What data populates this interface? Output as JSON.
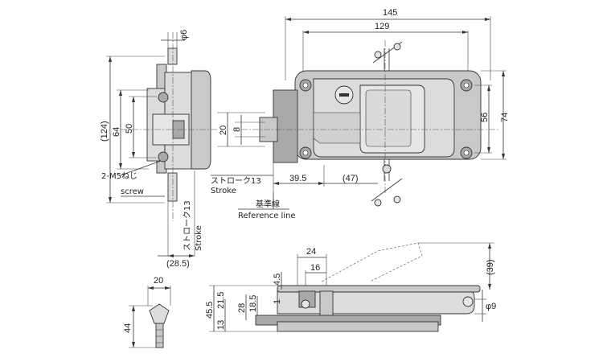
{
  "front": {
    "w145": "145",
    "w129": "129",
    "h74": "74",
    "h56": "56",
    "h20": "20",
    "h8": "8",
    "d39_5": "39.5",
    "d47": "(47)",
    "stroke_jp": "ストローク13",
    "stroke_en": "Stroke",
    "ref_jp": "基準線",
    "ref_en": "Reference line"
  },
  "side": {
    "phi6": "φ6",
    "h124": "(124)",
    "h64": "64",
    "h50": "50",
    "screw_jp": "2-M5ねじ",
    "screw_en": "screw",
    "stroke_jp": "ストローク13",
    "stroke_en": "Stroke",
    "w28_5": "(28.5)"
  },
  "bottom": {
    "w24": "24",
    "w16": "16",
    "h4_5": "4.5",
    "h1": "1",
    "h28": "28",
    "h18_5": "18.5",
    "h45_5": "45.5",
    "h21_5": "21.5",
    "h13": "13",
    "h39": "(39)",
    "phi9": "φ9"
  },
  "key": {
    "w20": "20",
    "h44": "44"
  }
}
